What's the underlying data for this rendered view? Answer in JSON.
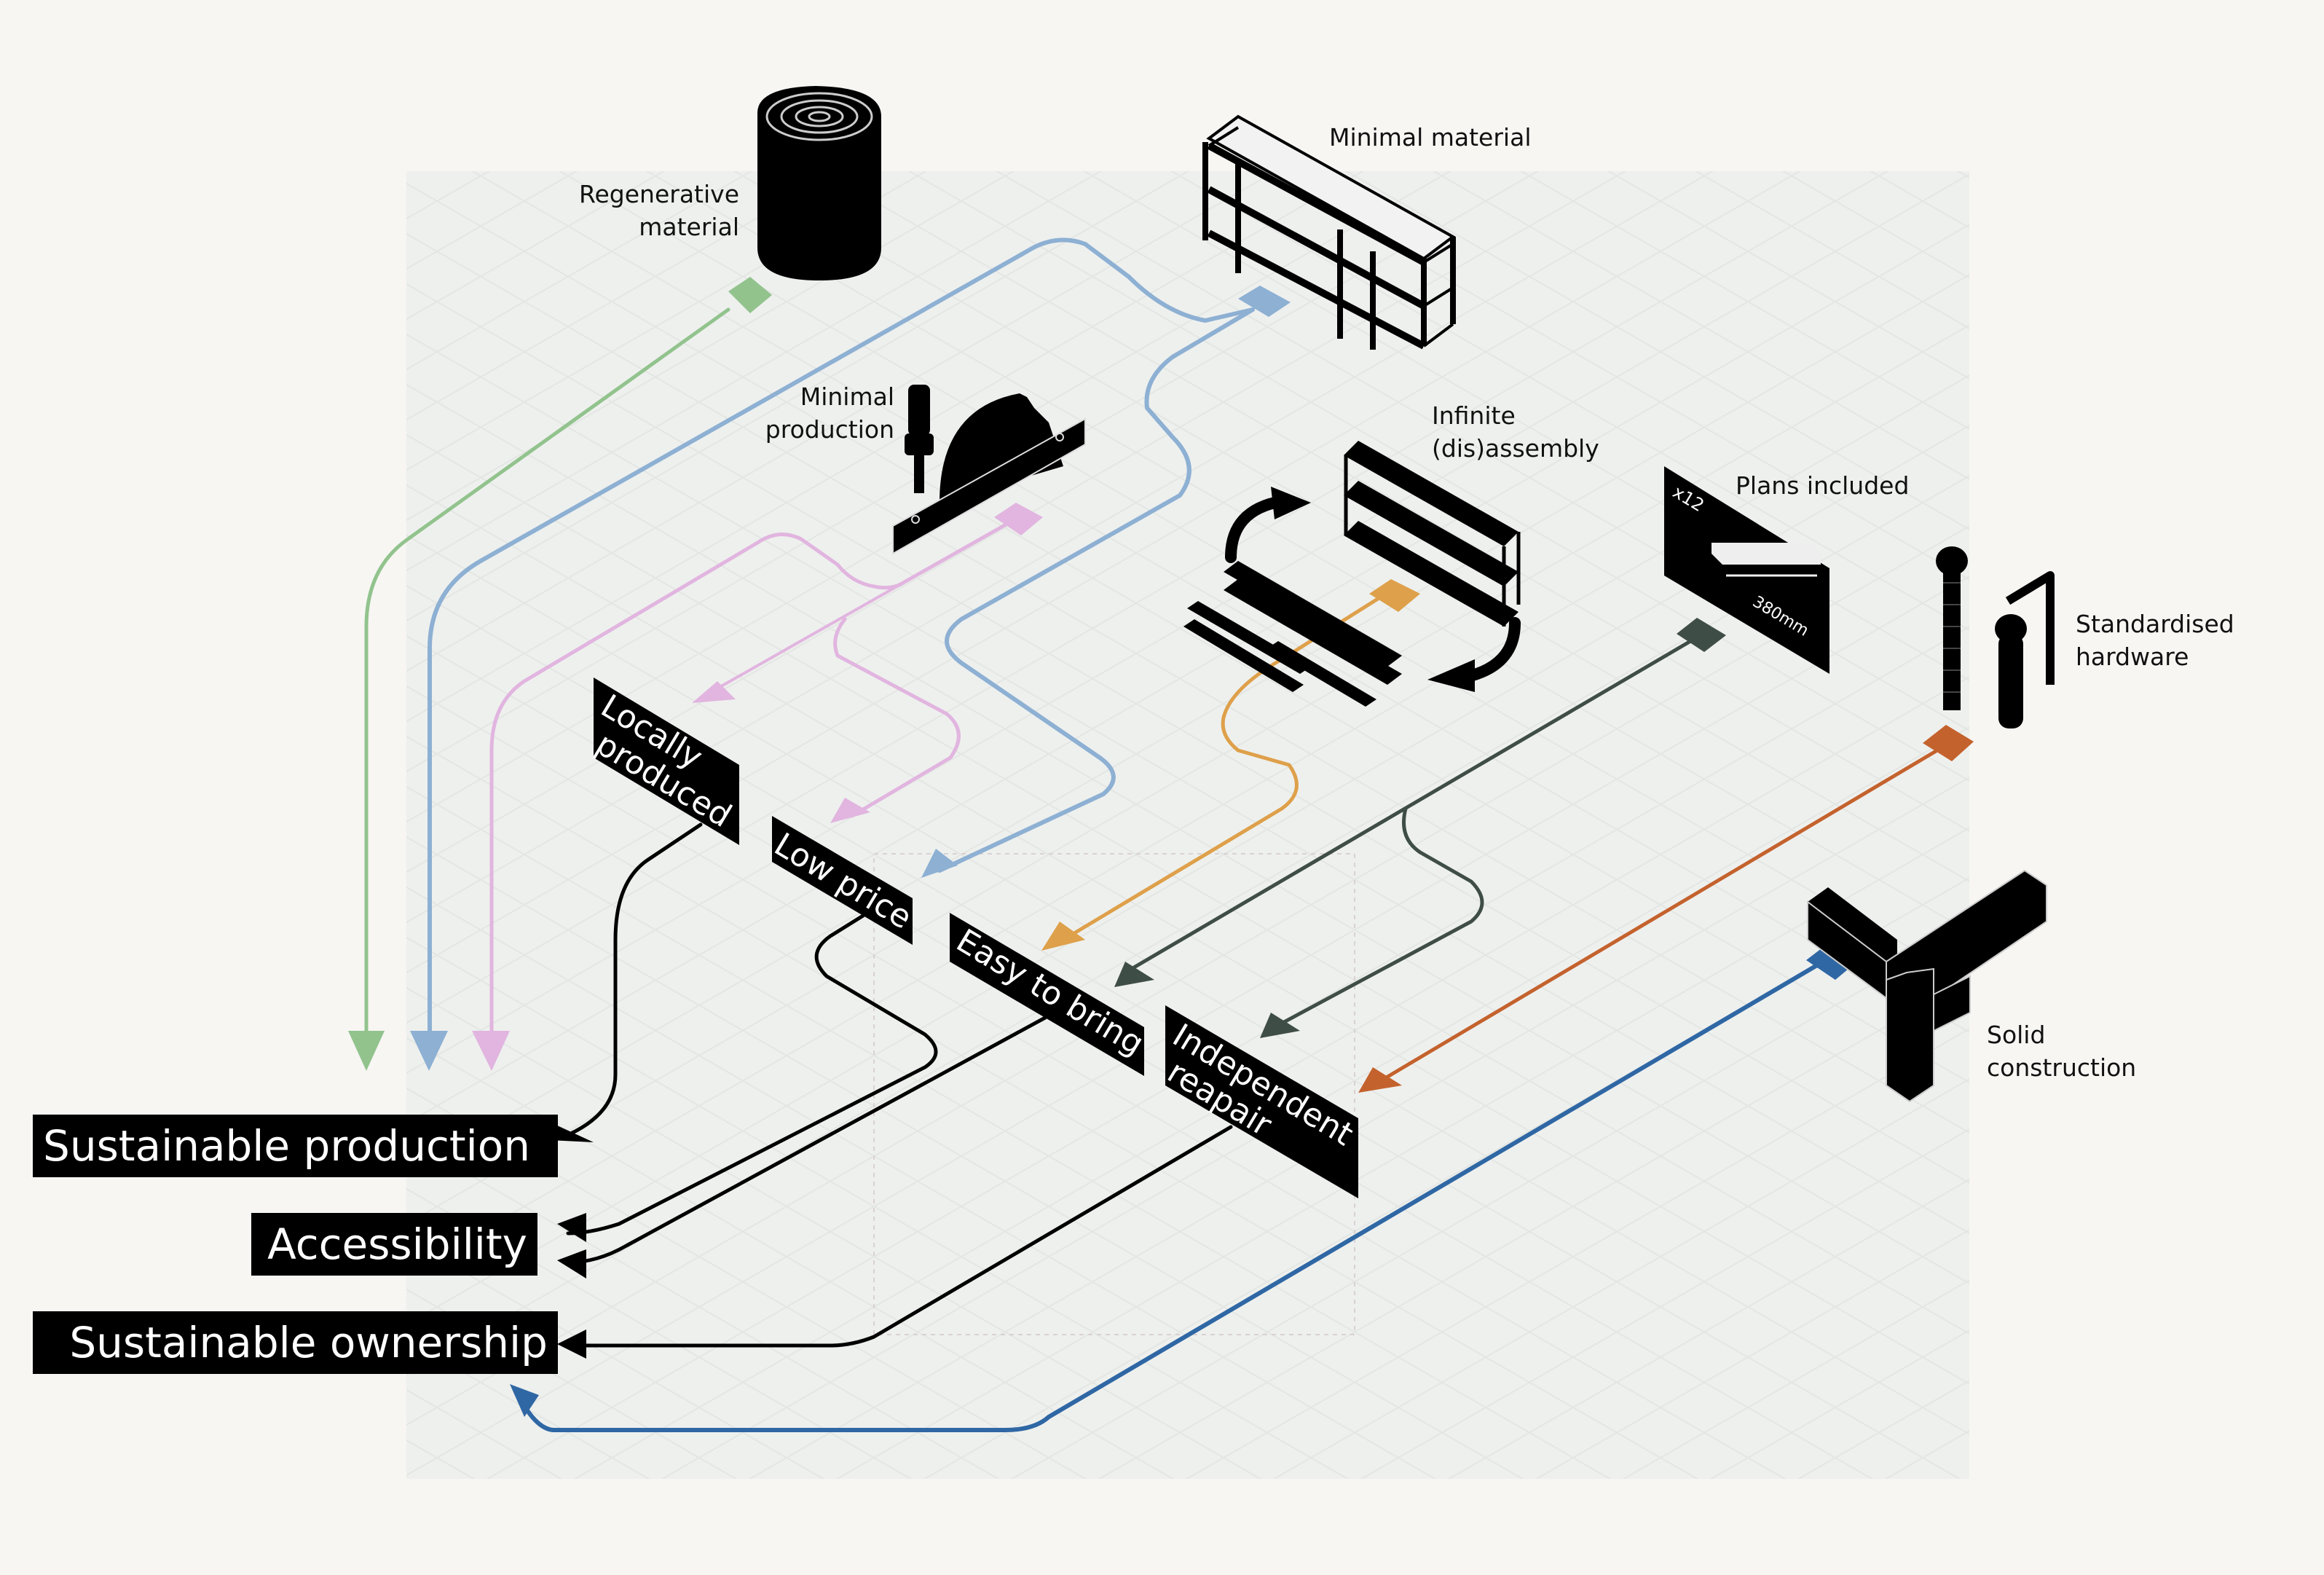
{
  "title": "Design features leading to outcomes",
  "colors": {
    "regenerative": "#92c38d",
    "minimal_material": "#8db0d3",
    "minimal_production": "#e1b5df",
    "infinite_disassembly": "#dea04a",
    "plans_included": "#3f4d47",
    "standardised_hardware": "#c4622d",
    "solid_construction": "#2f67a4",
    "black": "#000000",
    "plate": "#eef0ee",
    "background": "#f7f6f3"
  },
  "features": [
    {
      "id": "regenerative_material",
      "lines": [
        "Regenerative",
        "material"
      ],
      "icon": "log-icon"
    },
    {
      "id": "minimal_material",
      "lines": [
        "Minimal material"
      ],
      "icon": "shelf-frame-icon"
    },
    {
      "id": "minimal_production",
      "lines": [
        "Minimal",
        "production"
      ],
      "icon": "saw-and-drill-icon"
    },
    {
      "id": "infinite_disassembly",
      "lines": [
        "Infinite",
        "(dis)assembly"
      ],
      "icon": "assembly-cycle-icon"
    },
    {
      "id": "plans_included",
      "lines": [
        "Plans included"
      ],
      "icon": "plan-sheet-icon",
      "sheet_count": "x12",
      "dimension": "380mm"
    },
    {
      "id": "standardised_hardware",
      "lines": [
        "Standardised",
        "hardware"
      ],
      "icon": "bolts-and-hex-key-icon"
    },
    {
      "id": "solid_construction",
      "lines": [
        "Solid",
        "construction"
      ],
      "icon": "corner-joint-icon"
    }
  ],
  "benefits": [
    {
      "id": "locally_produced",
      "lines": [
        "Locally",
        "produced"
      ]
    },
    {
      "id": "low_price",
      "lines": [
        "Low price"
      ]
    },
    {
      "id": "easy_to_bring",
      "lines": [
        "Easy to bring"
      ]
    },
    {
      "id": "independent_repair",
      "lines": [
        "Independent",
        "reapair"
      ]
    }
  ],
  "outcomes": [
    {
      "id": "sustainable_production",
      "label": "Sustainable production"
    },
    {
      "id": "accessibility",
      "label": "Accessibility"
    },
    {
      "id": "sustainable_ownership",
      "label": "Sustainable ownership"
    }
  ],
  "connections": [
    {
      "from": "regenerative_material",
      "to": "sustainable_production",
      "color": "regenerative"
    },
    {
      "from": "minimal_material",
      "to": "sustainable_production",
      "color": "minimal_material"
    },
    {
      "from": "minimal_material",
      "to": "low_price",
      "color": "minimal_material"
    },
    {
      "from": "minimal_production",
      "to": "sustainable_production",
      "color": "minimal_production"
    },
    {
      "from": "minimal_production",
      "to": "locally_produced",
      "color": "minimal_production"
    },
    {
      "from": "minimal_production",
      "to": "low_price",
      "color": "minimal_production"
    },
    {
      "from": "infinite_disassembly",
      "to": "easy_to_bring",
      "color": "infinite_disassembly"
    },
    {
      "from": "plans_included",
      "to": "easy_to_bring",
      "color": "plans_included"
    },
    {
      "from": "plans_included",
      "to": "independent_repair",
      "color": "plans_included"
    },
    {
      "from": "standardised_hardware",
      "to": "independent_repair",
      "color": "standardised_hardware"
    },
    {
      "from": "solid_construction",
      "to": "sustainable_ownership",
      "color": "solid_construction"
    },
    {
      "from": "locally_produced",
      "to": "sustainable_production",
      "color": "black"
    },
    {
      "from": "low_price",
      "to": "accessibility",
      "color": "black"
    },
    {
      "from": "easy_to_bring",
      "to": "accessibility",
      "color": "black"
    },
    {
      "from": "independent_repair",
      "to": "sustainable_ownership",
      "color": "black"
    }
  ]
}
